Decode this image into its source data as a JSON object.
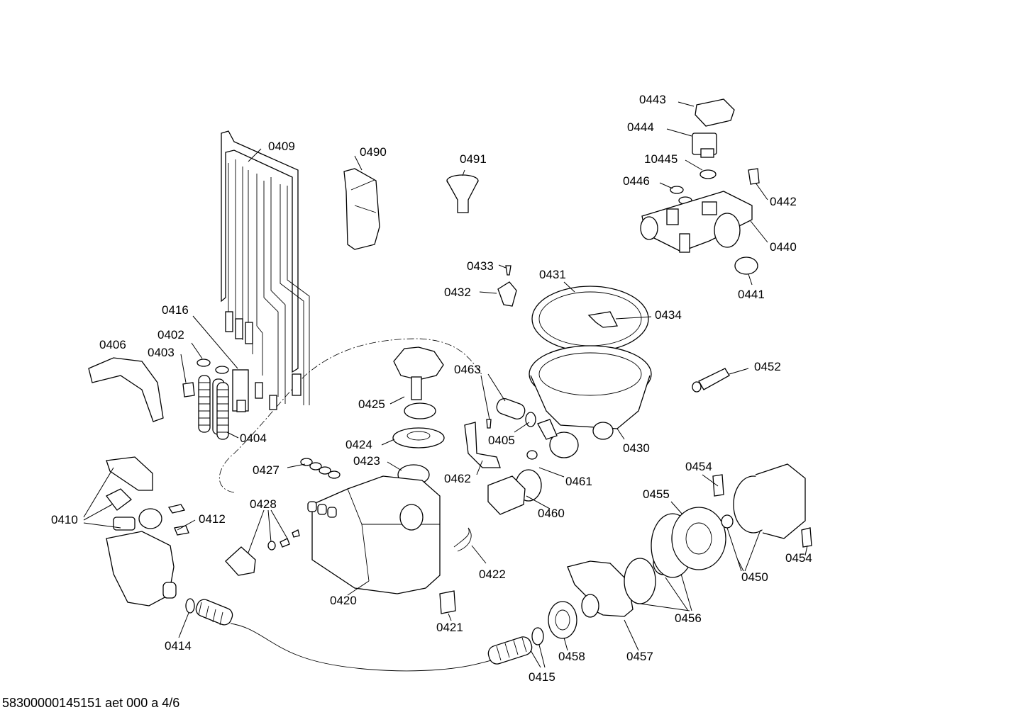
{
  "footer": {
    "document_id": "58300000145151 aet 000 a 4/6"
  },
  "labels": [
    {
      "id": "0443",
      "text": "0443"
    },
    {
      "id": "0444",
      "text": "0444"
    },
    {
      "id": "10445",
      "text": "10445"
    },
    {
      "id": "0446",
      "text": "0446"
    },
    {
      "id": "0442",
      "text": "0442"
    },
    {
      "id": "0440",
      "text": "0440"
    },
    {
      "id": "0441",
      "text": "0441"
    },
    {
      "id": "0409",
      "text": "0409"
    },
    {
      "id": "0490",
      "text": "0490"
    },
    {
      "id": "0491",
      "text": "0491"
    },
    {
      "id": "0433",
      "text": "0433"
    },
    {
      "id": "0431",
      "text": "0431"
    },
    {
      "id": "0432",
      "text": "0432"
    },
    {
      "id": "0434",
      "text": "0434"
    },
    {
      "id": "0416",
      "text": "0416"
    },
    {
      "id": "0402",
      "text": "0402"
    },
    {
      "id": "0406",
      "text": "0406"
    },
    {
      "id": "0403",
      "text": "0403"
    },
    {
      "id": "0463",
      "text": "0463"
    },
    {
      "id": "0452",
      "text": "0452"
    },
    {
      "id": "0425",
      "text": "0425"
    },
    {
      "id": "0404",
      "text": "0404"
    },
    {
      "id": "0405",
      "text": "0405"
    },
    {
      "id": "0424",
      "text": "0424"
    },
    {
      "id": "0430",
      "text": "0430"
    },
    {
      "id": "0423",
      "text": "0423"
    },
    {
      "id": "0427",
      "text": "0427"
    },
    {
      "id": "0462",
      "text": "0462"
    },
    {
      "id": "0461",
      "text": "0461"
    },
    {
      "id": "0454a",
      "text": "0454"
    },
    {
      "id": "0455",
      "text": "0455"
    },
    {
      "id": "0428",
      "text": "0428"
    },
    {
      "id": "0460",
      "text": "0460"
    },
    {
      "id": "0410",
      "text": "0410"
    },
    {
      "id": "0412",
      "text": "0412"
    },
    {
      "id": "0454b",
      "text": "0454"
    },
    {
      "id": "0422",
      "text": "0422"
    },
    {
      "id": "0450",
      "text": "0450"
    },
    {
      "id": "0420",
      "text": "0420"
    },
    {
      "id": "0456",
      "text": "0456"
    },
    {
      "id": "0421",
      "text": "0421"
    },
    {
      "id": "0414",
      "text": "0414"
    },
    {
      "id": "0458",
      "text": "0458"
    },
    {
      "id": "0457",
      "text": "0457"
    },
    {
      "id": "0415",
      "text": "0415"
    }
  ]
}
